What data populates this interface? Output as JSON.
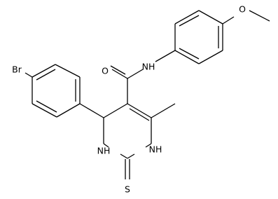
{
  "molecule": {
    "atom_labels": {
      "br": "Br",
      "o_amide": "O",
      "nh_amide": "NH",
      "o_methoxy": "O",
      "nh_ring_left": "NH",
      "nh_ring_right": "NH",
      "s_thione": "S"
    },
    "colors": {
      "bond": "#000000",
      "label": "#000000",
      "background": "#ffffff"
    }
  }
}
